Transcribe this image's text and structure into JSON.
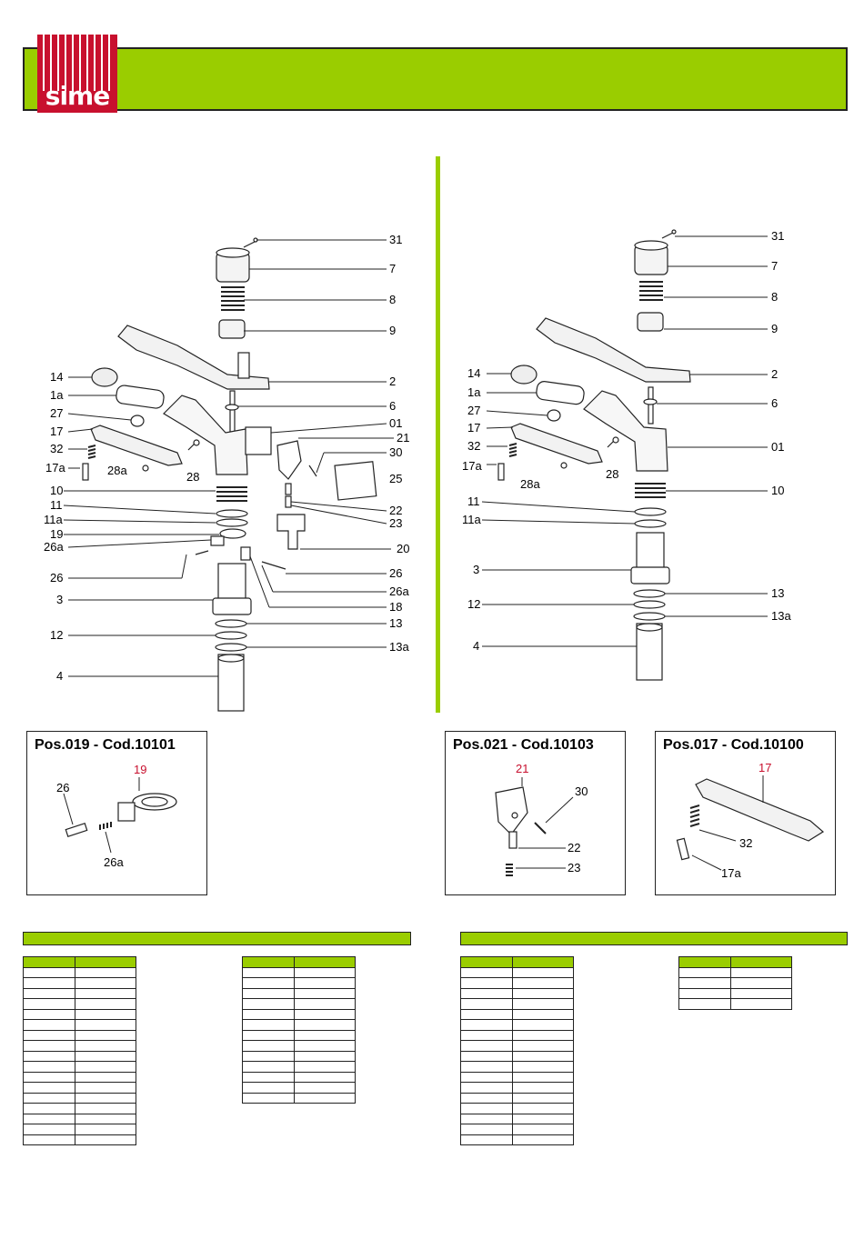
{
  "brand": {
    "logo_text": "sime"
  },
  "colors": {
    "accent": "#9acd00",
    "logo_red": "#c8102e",
    "callout_red": "#c8102e"
  },
  "left_diagram": {
    "labels": [
      "31",
      "7",
      "8",
      "9",
      "2",
      "14",
      "1a",
      "6",
      "27",
      "01",
      "21",
      "17",
      "30",
      "32",
      "28a",
      "28",
      "25",
      "17a",
      "10",
      "11",
      "11a",
      "19",
      "26a",
      "22",
      "23",
      "20",
      "26",
      "26",
      "26a",
      "3",
      "18",
      "13",
      "12",
      "13a",
      "4"
    ]
  },
  "right_diagram": {
    "labels": [
      "31",
      "7",
      "8",
      "9",
      "2",
      "14",
      "1a",
      "6",
      "27",
      "17",
      "01",
      "32",
      "28",
      "17a",
      "28a",
      "10",
      "11",
      "11a",
      "3",
      "13",
      "12",
      "13a",
      "4"
    ]
  },
  "detail_boxes": [
    {
      "title": "Pos.019 - Cod.10101",
      "labels": [
        "19",
        "26",
        "26a"
      ]
    },
    {
      "title": "Pos.021 - Cod.10103",
      "labels": [
        "21",
        "30",
        "22",
        "23"
      ]
    },
    {
      "title": "Pos.017 - Cod.10100",
      "labels": [
        "17",
        "32",
        "17a"
      ]
    }
  ],
  "tables": [
    {
      "rows": 18
    },
    {
      "rows": 14
    },
    {
      "rows": 18
    },
    {
      "rows": 5
    }
  ]
}
